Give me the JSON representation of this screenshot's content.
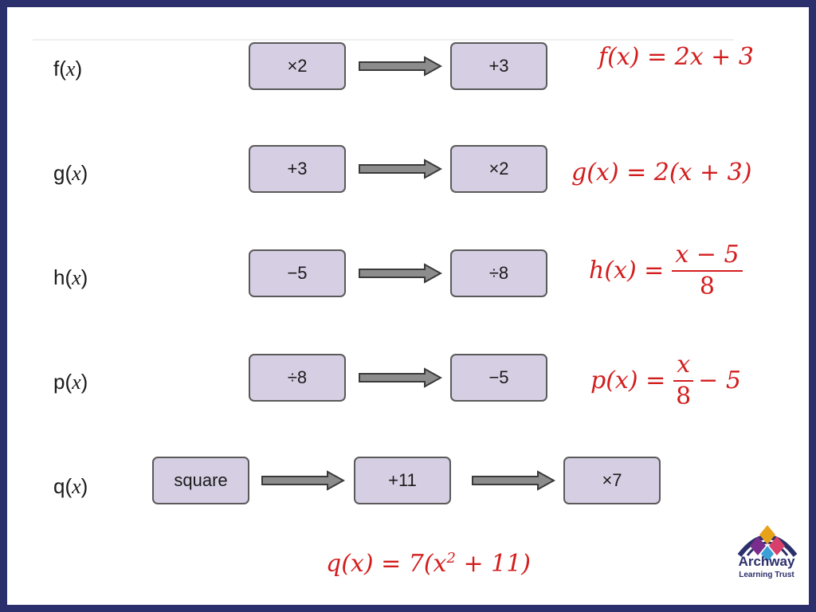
{
  "rows": {
    "f": {
      "name": "f(",
      "var": "x",
      "close": ")",
      "ops": [
        "×2",
        "+3"
      ]
    },
    "g": {
      "name": "g(",
      "var": "x",
      "close": ")",
      "ops": [
        "+3",
        "×2"
      ]
    },
    "h": {
      "name": "h(",
      "var": "x",
      "close": ")",
      "ops": [
        "−5",
        "÷8"
      ]
    },
    "p": {
      "name": "p(",
      "var": "x",
      "close": ")",
      "ops": [
        "÷8",
        "−5"
      ]
    },
    "q": {
      "name": "q(",
      "var": "x",
      "close": ")",
      "ops": [
        "square",
        "+11",
        "×7"
      ]
    }
  },
  "equations": {
    "f": "f(x) = 2x + 3",
    "g": "g(x) = 2(x + 3)",
    "h_lhs": "h(x) =",
    "h_num": "x − 5",
    "h_den": "8",
    "p_lhs": "p(x) =",
    "p_num": "x",
    "p_den": "8",
    "p_rest": "− 5",
    "q_lhs": "q(x) = 7(x",
    "q_exp": "2",
    "q_rest": " + 11)"
  },
  "logo": {
    "line1": "Archway",
    "line2": "Learning Trust"
  },
  "colors": {
    "box_fill": "#d6cee3",
    "equation": "#d31d1d",
    "frame": "#2b2f6b"
  }
}
